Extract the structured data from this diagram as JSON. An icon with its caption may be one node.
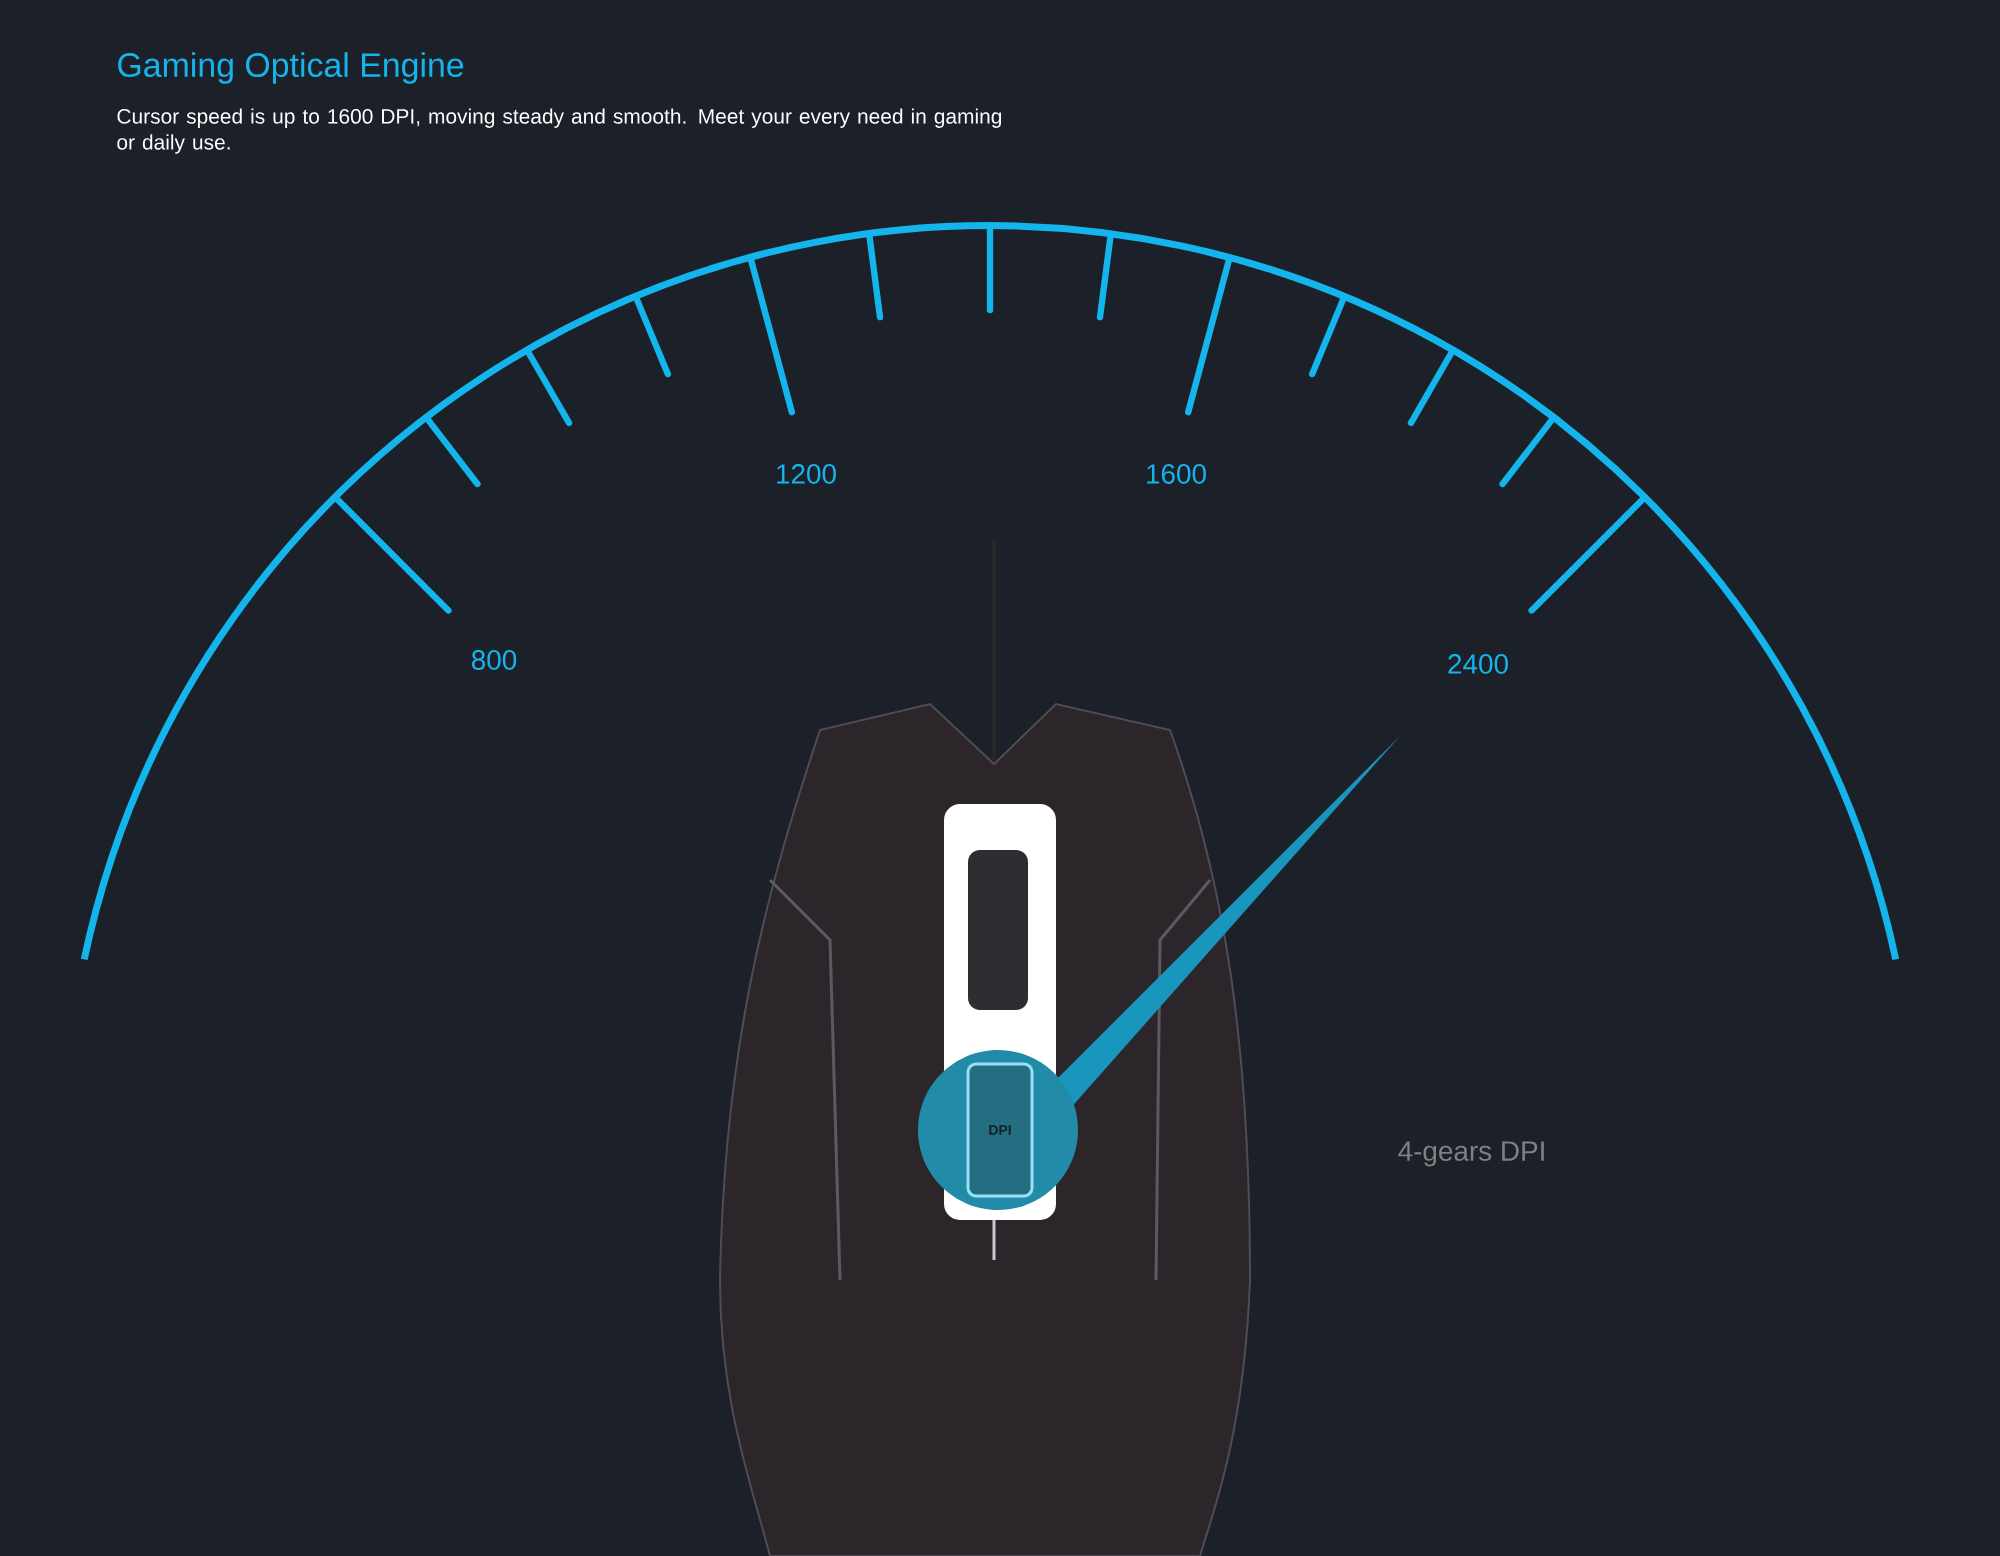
{
  "diagram": {
    "title": "Gaming Optical Engine",
    "nodes": [
      {
        "text": [
          "DPI"
        ]
      }
    ],
    "labels": [
      "Cursor speed is up to 1600 DPI, moving steady and smooth. Meet your every need in gaming or daily use.",
      "800",
      "1200",
      "1600",
      "2400",
      "4-gears DPI"
    ]
  }
}
